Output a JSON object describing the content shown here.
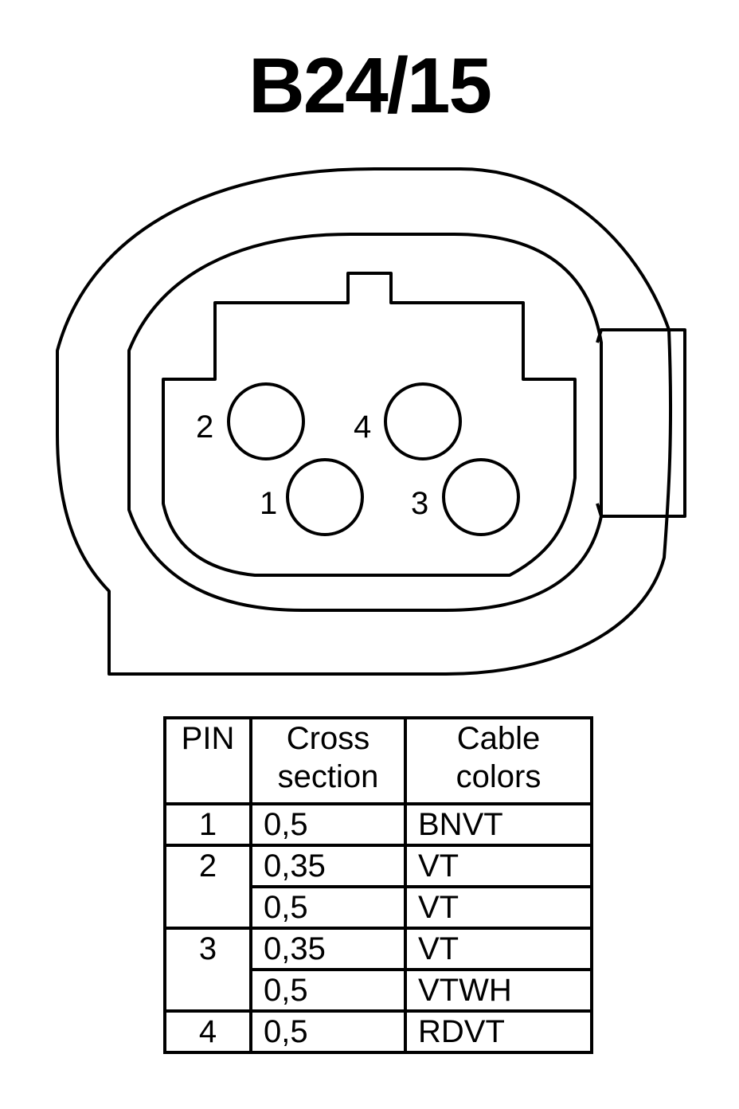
{
  "title": "B24/15",
  "pins": [
    {
      "label": "2"
    },
    {
      "label": "4"
    },
    {
      "label": "1"
    },
    {
      "label": "3"
    }
  ],
  "table": {
    "headers": {
      "pin": "PIN",
      "cross_line1": "Cross",
      "cross_line2": "section",
      "colors_line1": "Cable",
      "colors_line2": "colors"
    },
    "rows": [
      {
        "pin": "1",
        "cross": "0,5",
        "color": "BNVT"
      },
      {
        "pin": "2",
        "cross": "0,35",
        "color": "VT"
      },
      {
        "pin": "",
        "cross": "0,5",
        "color": "VT"
      },
      {
        "pin": "3",
        "cross": "0,35",
        "color": "VT"
      },
      {
        "pin": "",
        "cross": "0,5",
        "color": "VTWH"
      },
      {
        "pin": "4",
        "cross": "0,5",
        "color": "RDVT"
      }
    ]
  }
}
